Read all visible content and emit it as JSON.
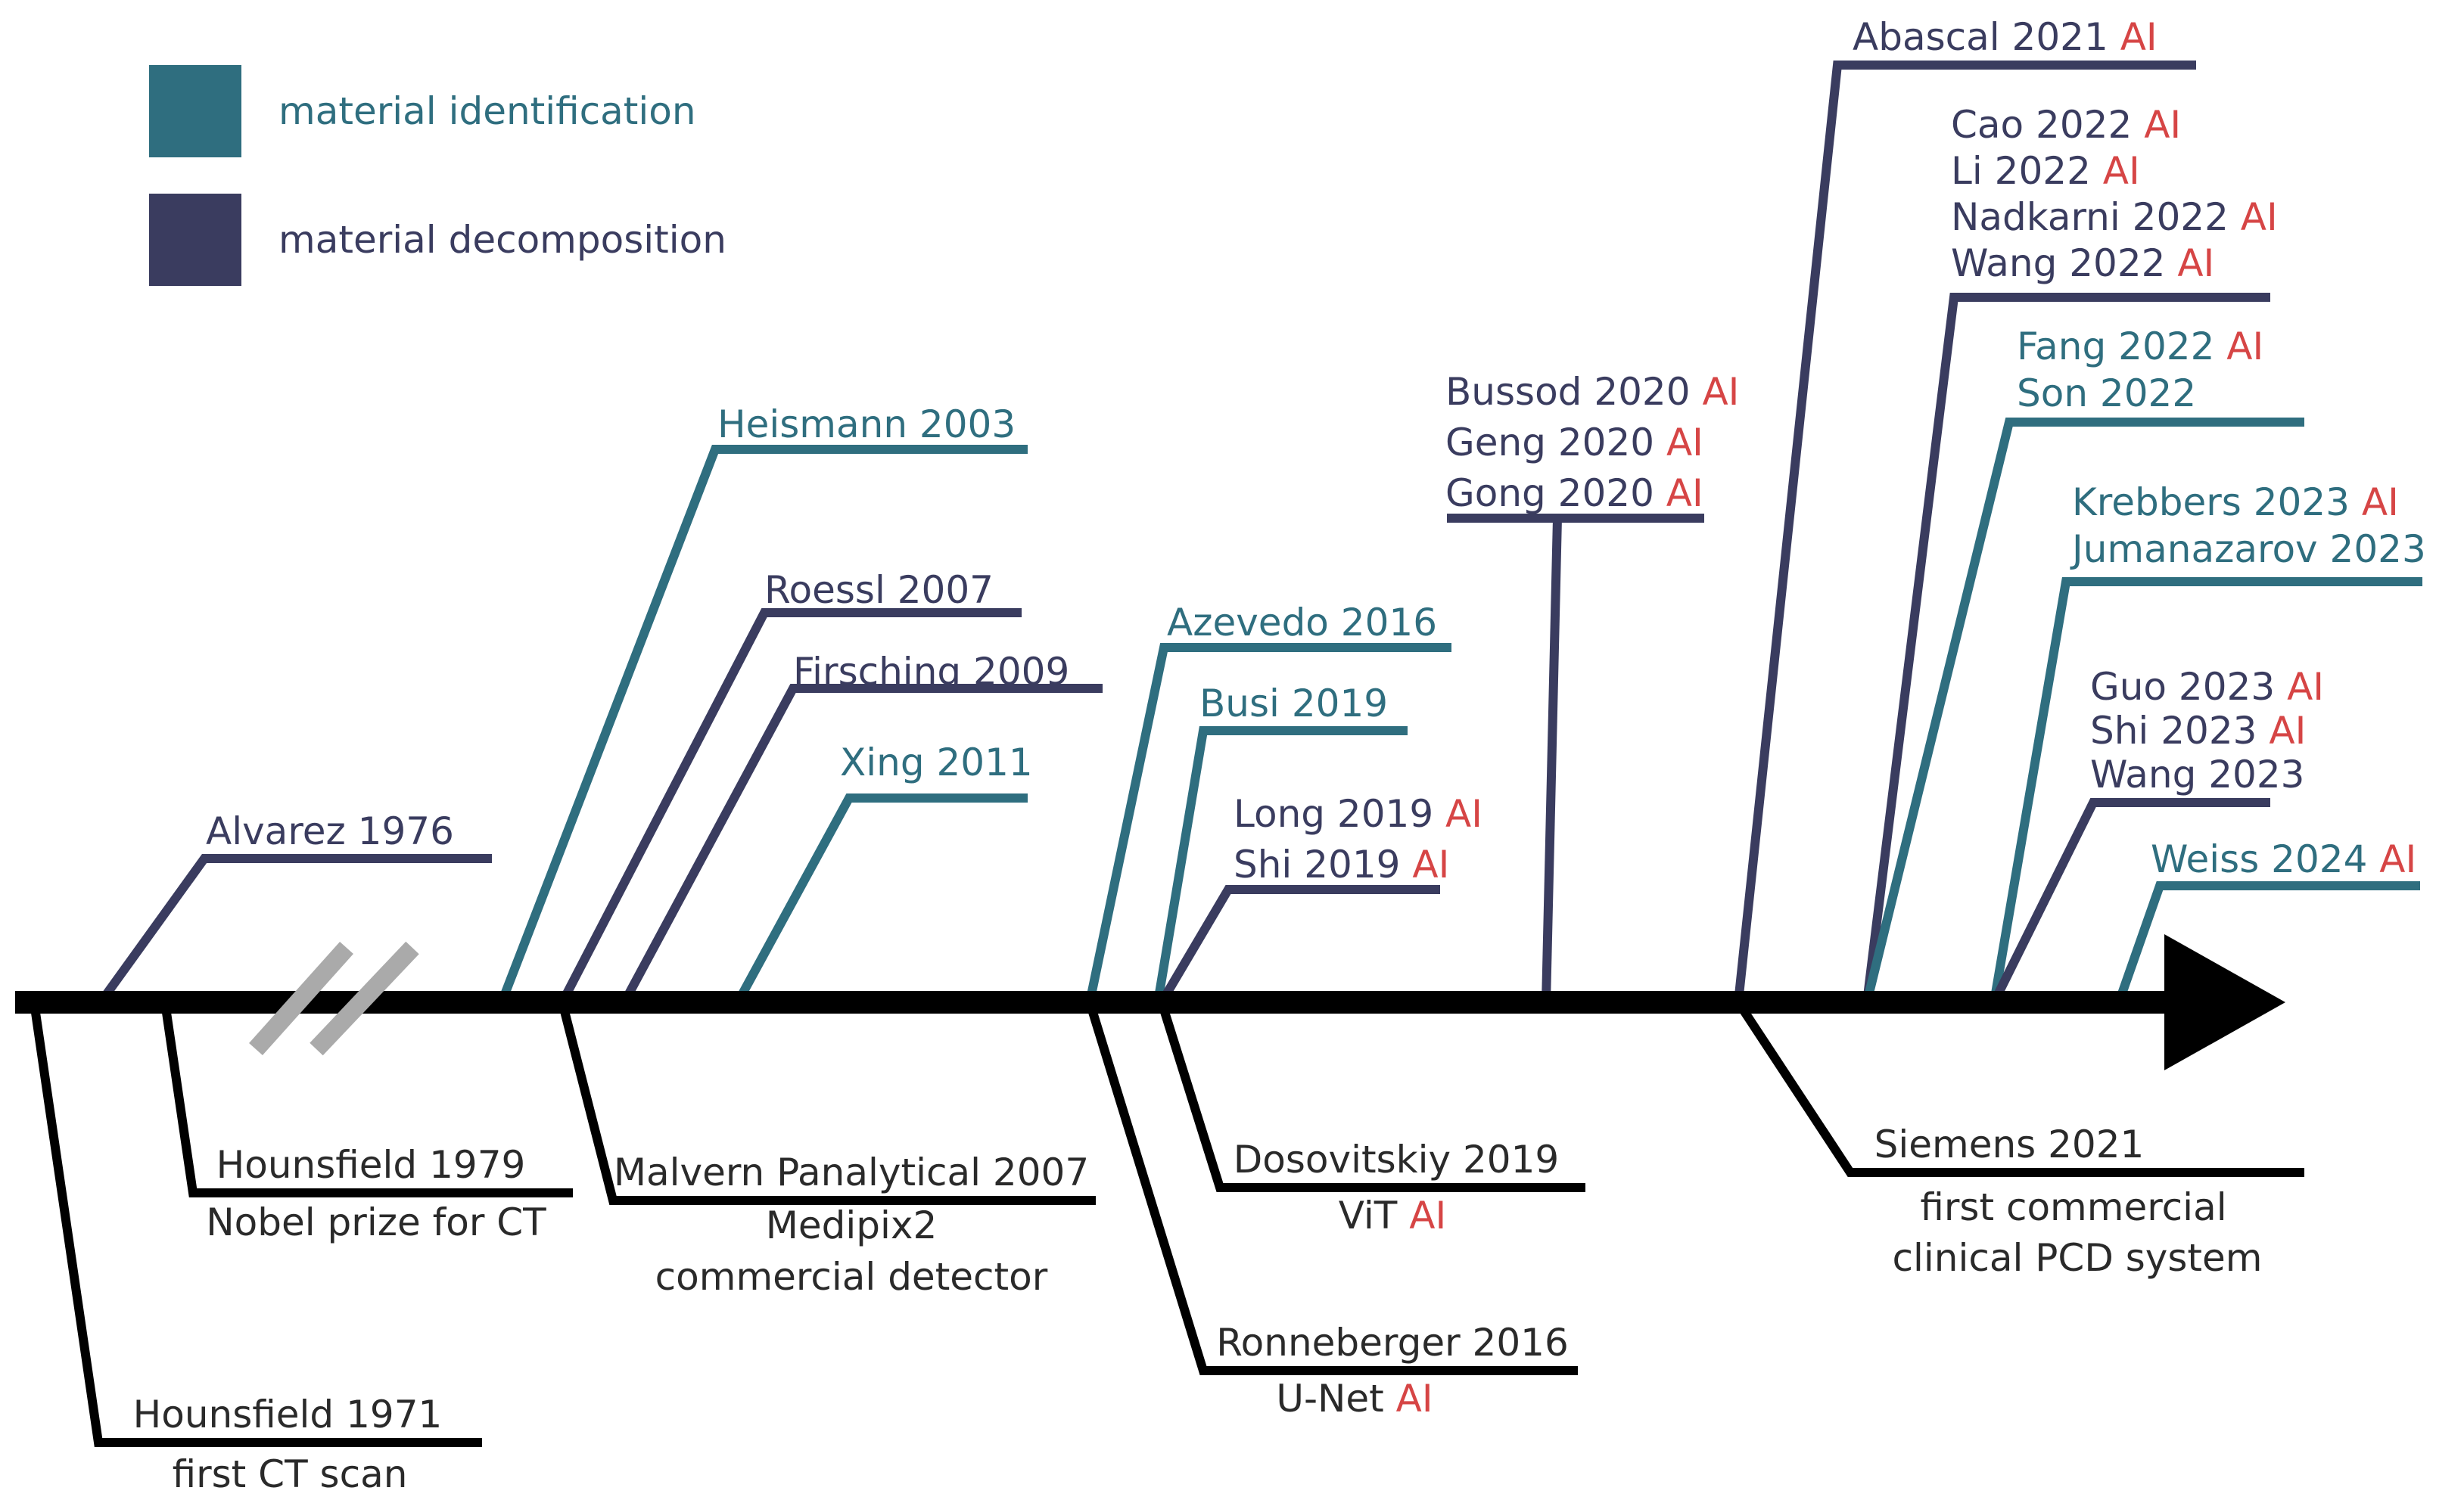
{
  "colors": {
    "identification": "#2f6e7f",
    "decomposition": "#3a3c5f",
    "milestone": "#000000",
    "ai": "#d64545",
    "axis": "#000000",
    "break_mark": "#aaaaaa",
    "milestone_text": "#2a2a2a"
  },
  "legend": [
    {
      "key": "identification",
      "label": "material identification"
    },
    {
      "key": "decomposition",
      "label": "material decomposition"
    }
  ],
  "ai_tag": "AI",
  "research_entries": [
    {
      "id": "alvarez-1976",
      "category": "decomposition",
      "lines": [
        {
          "text": "Alvarez 1976",
          "ai": false
        }
      ]
    },
    {
      "id": "heismann-2003",
      "category": "identification",
      "lines": [
        {
          "text": "Heismann 2003",
          "ai": false
        }
      ]
    },
    {
      "id": "roessl-2007",
      "category": "decomposition",
      "lines": [
        {
          "text": "Roessl 2007",
          "ai": false
        }
      ]
    },
    {
      "id": "firsching-2009",
      "category": "decomposition",
      "lines": [
        {
          "text": "Firsching 2009",
          "ai": false
        }
      ]
    },
    {
      "id": "xing-2011",
      "category": "identification",
      "lines": [
        {
          "text": "Xing 2011",
          "ai": false
        }
      ]
    },
    {
      "id": "azevedo-2016",
      "category": "identification",
      "lines": [
        {
          "text": "Azevedo 2016",
          "ai": false
        }
      ]
    },
    {
      "id": "busi-2019",
      "category": "identification",
      "lines": [
        {
          "text": "Busi 2019",
          "ai": false
        }
      ]
    },
    {
      "id": "long-shi-2019",
      "category": "decomposition",
      "lines": [
        {
          "text": "Long 2019",
          "ai": true
        },
        {
          "text": "Shi 2019",
          "ai": true
        }
      ]
    },
    {
      "id": "bussod-2020",
      "category": "decomposition",
      "lines": [
        {
          "text": "Bussod 2020",
          "ai": true
        },
        {
          "text": "Geng 2020",
          "ai": true
        },
        {
          "text": "Gong 2020",
          "ai": true
        }
      ]
    },
    {
      "id": "abascal-2021",
      "category": "decomposition",
      "lines": [
        {
          "text": "Abascal 2021",
          "ai": true
        }
      ]
    },
    {
      "id": "cao-2022",
      "category": "decomposition",
      "lines": [
        {
          "text": "Cao 2022",
          "ai": true
        },
        {
          "text": "Li 2022",
          "ai": true
        },
        {
          "text": "Nadkarni 2022",
          "ai": true
        },
        {
          "text": "Wang 2022",
          "ai": true
        }
      ]
    },
    {
      "id": "fang-2022",
      "category": "identification",
      "lines": [
        {
          "text": "Fang 2022",
          "ai": true
        },
        {
          "text": "Son 2022",
          "ai": false
        }
      ]
    },
    {
      "id": "krebbers-2023",
      "category": "identification",
      "lines": [
        {
          "text": "Krebbers 2023",
          "ai": true
        },
        {
          "text": "Jumanazarov 2023",
          "ai": false
        }
      ]
    },
    {
      "id": "guo-2023",
      "category": "decomposition",
      "lines": [
        {
          "text": "Guo 2023",
          "ai": true
        },
        {
          "text": "Shi 2023",
          "ai": true
        },
        {
          "text": "Wang 2023",
          "ai": false
        }
      ]
    },
    {
      "id": "weiss-2024",
      "category": "identification",
      "lines": [
        {
          "text": "Weiss 2024",
          "ai": true
        }
      ]
    }
  ],
  "milestones": [
    {
      "id": "hounsfield-1971",
      "title": "Hounsfield 1971",
      "sub": [
        {
          "text": "first CT scan",
          "ai": false
        }
      ]
    },
    {
      "id": "hounsfield-1979",
      "title": "Hounsfield 1979",
      "sub": [
        {
          "text": "Nobel prize for CT",
          "ai": false
        }
      ]
    },
    {
      "id": "malvern-2007",
      "title": "Malvern Panalytical 2007",
      "sub": [
        {
          "text": "Medipix2",
          "ai": false
        },
        {
          "text": "commercial detector",
          "ai": false
        }
      ]
    },
    {
      "id": "ronneberger-2016",
      "title": "Ronneberger 2016",
      "sub": [
        {
          "text": "U-Net",
          "ai": true
        }
      ]
    },
    {
      "id": "dosovitskiy-2019",
      "title": "Dosovitskiy 2019",
      "sub": [
        {
          "text": "ViT",
          "ai": true
        }
      ]
    },
    {
      "id": "siemens-2021",
      "title": "Siemens 2021",
      "sub": [
        {
          "text": "first commercial",
          "ai": false
        },
        {
          "text": "clinical PCD system",
          "ai": false
        }
      ]
    }
  ]
}
